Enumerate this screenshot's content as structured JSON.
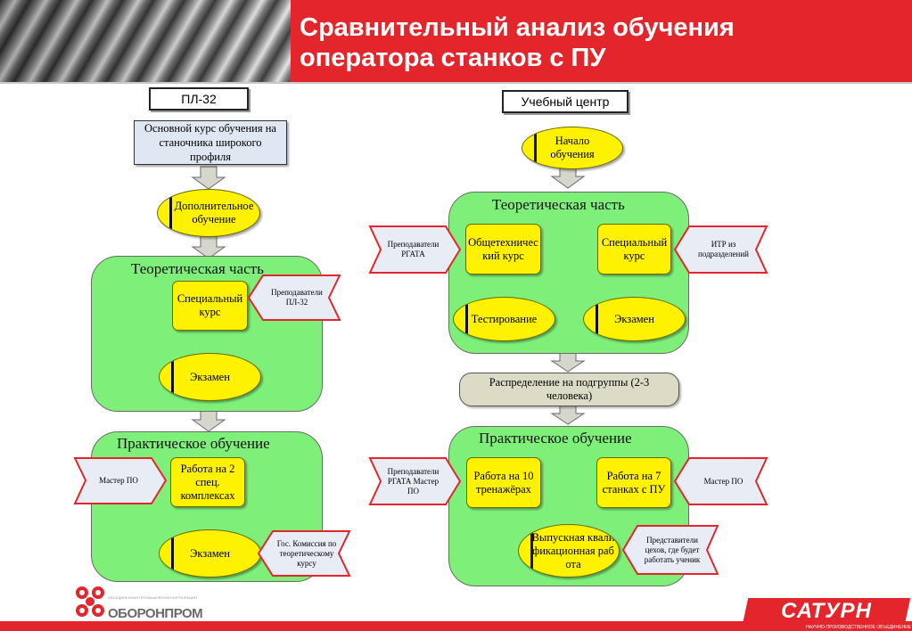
{
  "header": {
    "title_line1": "Сравнительный анализ обучения",
    "title_line2": "оператора станков с ПУ"
  },
  "left": {
    "label": "ПЛ-32",
    "base_course": "Основной курс обучения на станочника широкого профиля",
    "extra_training": "Дополнительное обучение",
    "theory": {
      "title": "Теоретическая часть",
      "special_course": "Специальный курс",
      "exam": "Экзамен",
      "teachers": "Преподаватели ПЛ-32"
    },
    "practice": {
      "title": "Практическое обучение",
      "work": "Работа на 2 спец. комплексах",
      "exam": "Экзамен",
      "master": "Мастер ПО",
      "commission": "Гос. Комиссия по теоретическому курсу"
    }
  },
  "right": {
    "label": "Учебный центр",
    "start": "Начало обучения",
    "theory": {
      "title": "Теоретическая часть",
      "general_course": "Общетехнический курс",
      "special_course": "Специальный курс",
      "testing": "Тестирование",
      "exam": "Экзамен",
      "teachers": "Преподаватели РГАТА",
      "itr": "ИТР из подразделений"
    },
    "distribution": "Распределение на подгруппы (2-3 человека)",
    "practice": {
      "title": "Практическое обучение",
      "simulators": "Работа на 10 тренажёрах",
      "machines": "Работа на 7 станках с ПУ",
      "final_work": "Выпускная квалификационная работа",
      "teachers_master": "Преподаватели РГАТА Мастер ПО",
      "master": "Мастер ПО",
      "shop_reps": "Представители цехов, где будет работать ученик"
    }
  },
  "footer": {
    "oboronprom": "ОБОРОНПРОМ",
    "oboronprom_small": "ОБЪЕДИНЕННАЯ ПРОМЫШЛЕННАЯ КОРПОРАЦИЯ",
    "saturn": "САТУРН",
    "saturn_sub": "НАУЧНО-ПРОИЗВОДСТВЕННОЕ ОБЪЕДИНЕНИЕ"
  },
  "colors": {
    "brand_red": "#e3262b",
    "panel_green": "#7ef07a",
    "box_yellow": "#fff200",
    "arrow_blue": "#4f7fd0",
    "arrow_grey": "#d6d6cc"
  }
}
